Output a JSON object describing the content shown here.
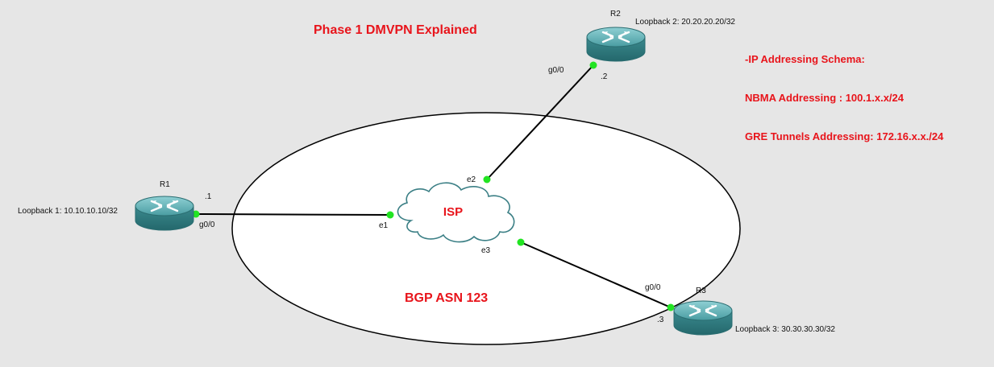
{
  "title": "Phase 1 DMVPN Explained",
  "bgp_label": "BGP ASN  123",
  "isp_label": "ISP",
  "schema": {
    "heading": "-IP Addressing Schema:",
    "nbma": "NBMA Addressing : 100.1.x.x/24",
    "gre": "GRE Tunnels Addressing: 172.16.x.x./24"
  },
  "routers": {
    "r1": {
      "name": "R1",
      "loopback": "Loopback 1: 10.10.10.10/32",
      "intf": "g0/0",
      "host": ".1",
      "isp_intf": "e1"
    },
    "r2": {
      "name": "R2",
      "loopback": "Loopback 2: 20.20.20.20/32",
      "intf": "g0/0",
      "host": ".2",
      "isp_intf": "e2"
    },
    "r3": {
      "name": "R3",
      "loopback": "Loopback 3: 30.30.30.30/32",
      "intf": "g0/0",
      "host": ".3",
      "isp_intf": "e3"
    }
  },
  "colors": {
    "accent_red": "#e8141b",
    "router_teal": "#3f8f94",
    "link_dot": "#22e422",
    "background": "#e6e6e6"
  }
}
